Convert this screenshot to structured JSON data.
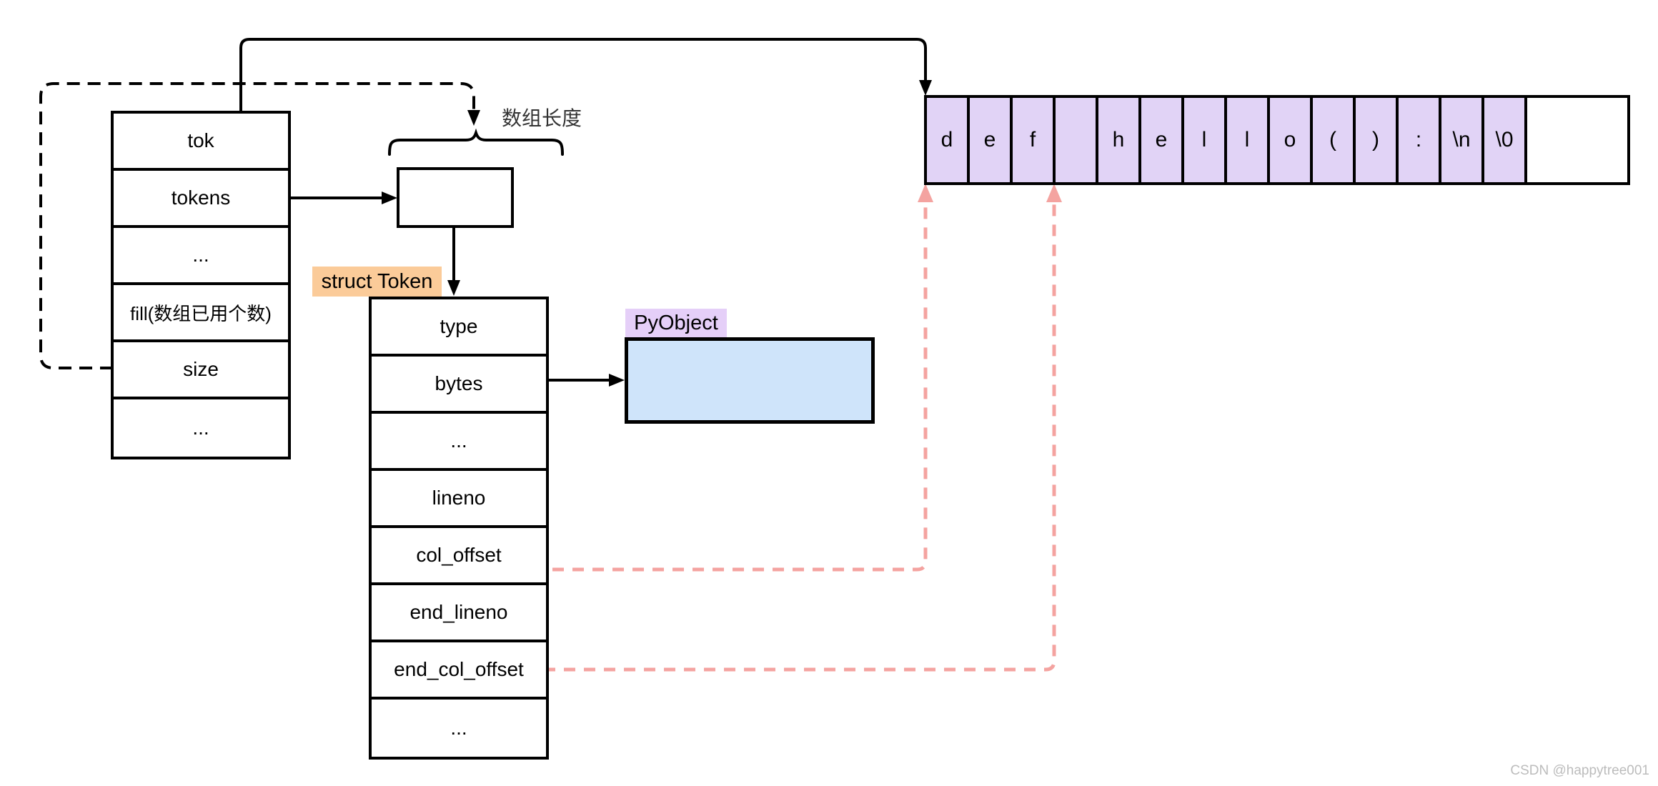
{
  "left_table": {
    "rows": [
      "tok",
      "tokens",
      "...",
      "fill(数组已用个数)",
      "size",
      "..."
    ]
  },
  "array_length_label": "数组长度",
  "struct_table": {
    "title": "struct Token",
    "rows": [
      "type",
      "bytes",
      "...",
      "lineno",
      "col_offset",
      "end_lineno",
      "end_col_offset",
      "..."
    ]
  },
  "pyobject": {
    "label": "PyObject"
  },
  "char_array": {
    "cells": [
      "d",
      "e",
      "f",
      "",
      "h",
      "e",
      "l",
      "l",
      "o",
      "(",
      ")",
      ":",
      "\\n",
      "\\0"
    ],
    "trailing_empty_cell": ""
  },
  "watermark": "CSDN @happytree001",
  "colors": {
    "char_cell_fill": "#e1d3f6",
    "pyobject_label_fill": "#e5cff8",
    "struct_label_fill": "#fbcb99",
    "pyobject_box_fill": "#cfe4fa",
    "pink_dash": "#f4a3a0",
    "line": "#000000",
    "watermark": "#bcbcbc"
  }
}
